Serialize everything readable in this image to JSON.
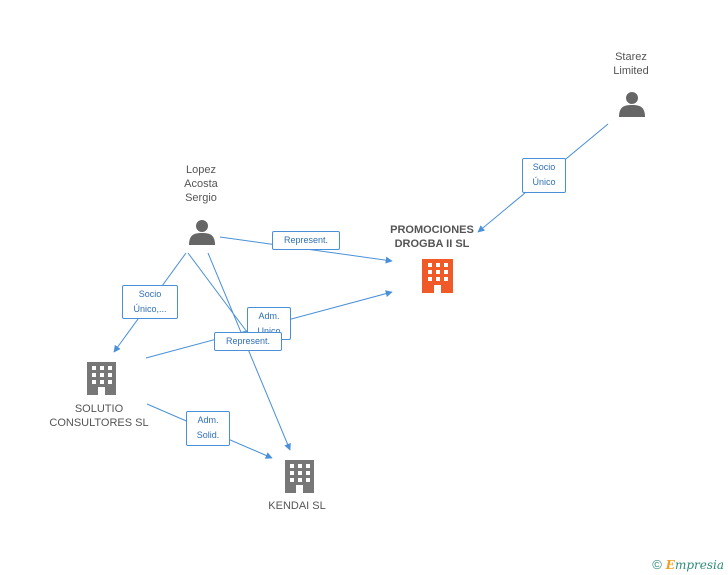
{
  "nodes": {
    "starez": {
      "label": "Starez\nLimited",
      "type": "person"
    },
    "lopez": {
      "label": "Lopez\nAcosta\nSergio",
      "type": "person"
    },
    "promociones": {
      "label": "PROMOCIONES\nDROGBA II SL",
      "type": "company-main"
    },
    "solutio": {
      "label": "SOLUTIO\nCONSULTORES SL",
      "type": "company"
    },
    "kendai": {
      "label": "KENDAI SL",
      "type": "company"
    }
  },
  "edges": {
    "starez_promociones": "Socio\nÚnico",
    "lopez_promociones": "Represent.",
    "lopez_solutio": "Socio\nÚnico,...",
    "lopez_kendai_adm": "Adm.\nUnico",
    "solutio_promociones": "Represent.",
    "solutio_kendai": "Adm.\nSolid."
  },
  "colors": {
    "edge": "#4a90d9",
    "person_icon": "#666666",
    "company_icon": "#777777",
    "main_company_icon": "#f05a28"
  },
  "brand": {
    "copyright": "©",
    "name_initial": "E",
    "name_rest": "mpresia"
  }
}
